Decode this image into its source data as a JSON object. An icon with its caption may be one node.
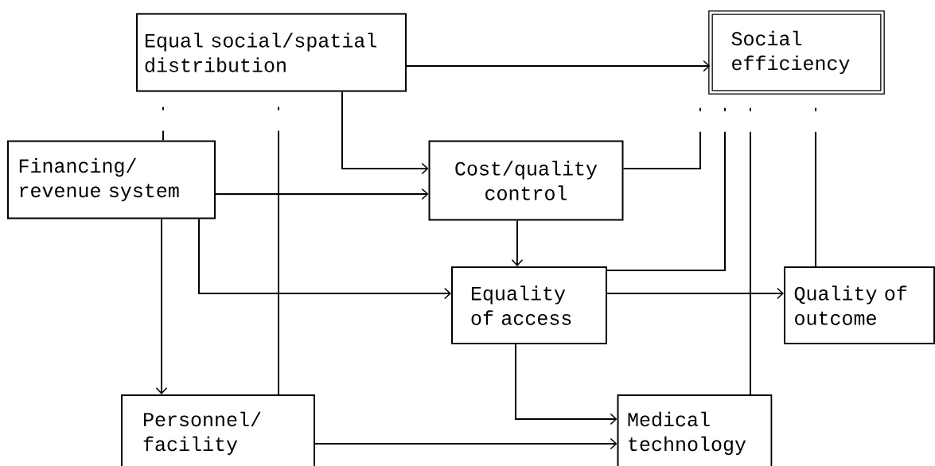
{
  "diagram": {
    "nodes": [
      {
        "text": [
          "Equal social/spatial distribution"
        ]
      },
      {
        "text": [
          "Social efficiency"
        ]
      },
      {
        "text": [
          "Financing/ revenue system"
        ]
      },
      {
        "text": [
          "Cost/quality control"
        ]
      },
      {
        "text": [
          "Equality of access"
        ]
      },
      {
        "text": [
          "Quality of outcome"
        ]
      },
      {
        "text": [
          "Personnel/ facility"
        ]
      },
      {
        "text": [
          "Medical technology"
        ]
      }
    ],
    "edges": [
      {
        "from": 0,
        "to": 1,
        "arrow": "to"
      },
      {
        "from": 0,
        "to": 3,
        "arrow": "to"
      },
      {
        "from": 2,
        "to": 3,
        "arrow": "to"
      },
      {
        "from": 3,
        "to": 4,
        "arrow": "to"
      },
      {
        "from": 2,
        "to": 4,
        "arrow": "to"
      },
      {
        "from": 2,
        "to": 6,
        "arrow": "to"
      },
      {
        "from": 4,
        "to": 5,
        "arrow": "to"
      },
      {
        "from": 4,
        "to": 7,
        "arrow": "to"
      },
      {
        "from": 6,
        "to": 7,
        "arrow": "to"
      },
      {
        "from": 0,
        "to": 2,
        "arrow": "none",
        "style": "dashed"
      },
      {
        "from": 0,
        "to": 6,
        "arrow": "none",
        "style": "dashed"
      },
      {
        "from": 3,
        "to": 1,
        "arrow": "none",
        "style": "dashed"
      },
      {
        "from": 4,
        "to": 1,
        "arrow": "none",
        "style": "dashed"
      },
      {
        "from": 7,
        "to": 1,
        "arrow": "none",
        "style": "dashed"
      },
      {
        "from": 5,
        "to": 1,
        "arrow": "none",
        "style": "dashed"
      }
    ]
  }
}
